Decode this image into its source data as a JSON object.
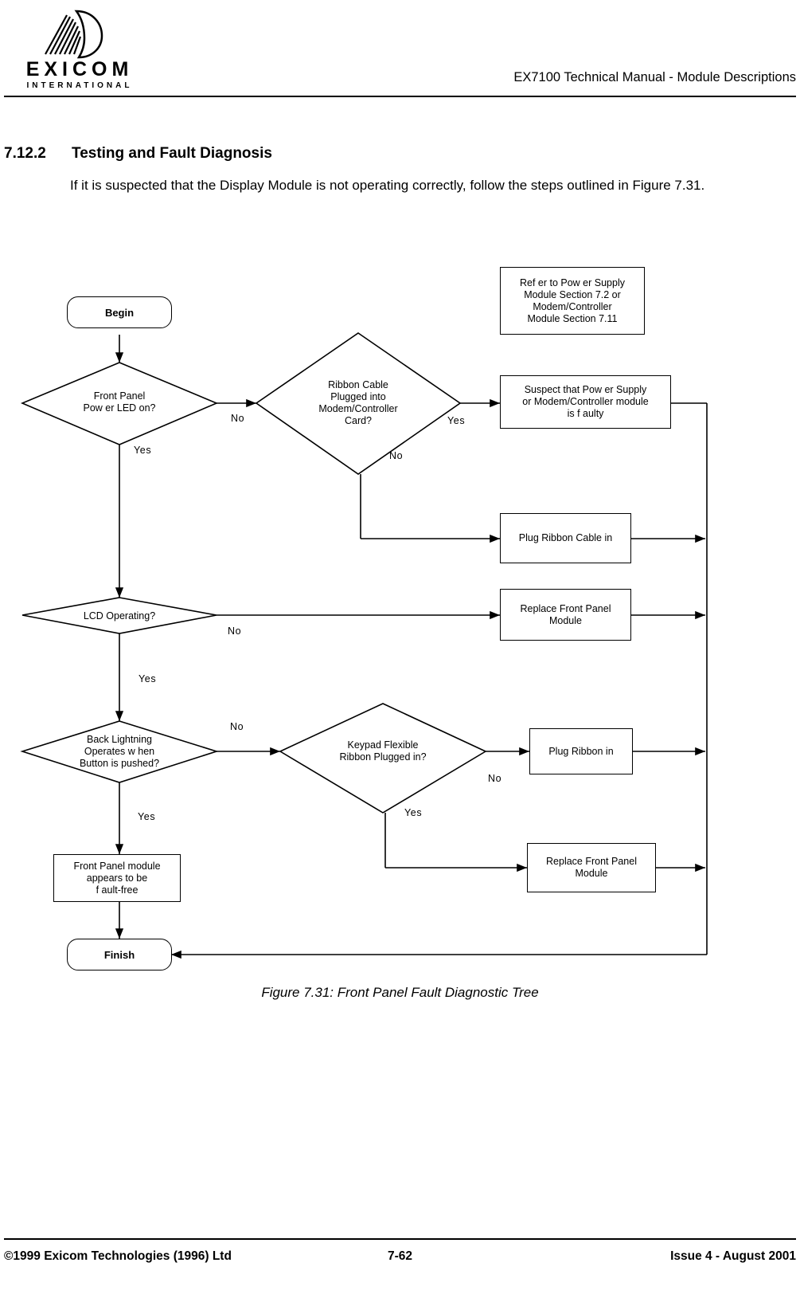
{
  "header": {
    "logo_name": "EXICOM",
    "logo_sub": "INTERNATIONAL",
    "title": "EX7100 Technical Manual - Module Descriptions"
  },
  "section": {
    "number": "7.12.2",
    "title": "Testing and Fault Diagnosis",
    "paragraph": "If it is suspected that the Display Module is not operating correctly, follow the steps outlined in Figure 7.31."
  },
  "figure": {
    "caption": "Figure 7.31: Front Panel Fault Diagnostic Tree",
    "nodes": {
      "begin": "Begin",
      "front_panel_led": "Front Panel\nPow er LED on?",
      "ribbon_cable": "Ribbon Cable\nPlugged into\nModem/Controller\nCard?",
      "refer_power_supply": "Ref er to Pow er Supply\nModule Section 7.2 or\nModem/Controller\nModule Section 7.11",
      "suspect_power": "Suspect that Pow er Supply\nor Modem/Controller module\nis f aulty",
      "plug_ribbon_cable": "Plug Ribbon Cable in",
      "lcd_operating": "LCD Operating?",
      "replace_front_panel_1": "Replace Front Panel\nModule",
      "back_lightning": "Back Lightning\nOperates w hen\nButton is pushed?",
      "keypad_flexible": "Keypad Flexible\nRibbon Plugged in?",
      "plug_ribbon_in": "Plug Ribbon in",
      "replace_front_panel_2": "Replace Front Panel\nModule",
      "fault_free": "Front Panel module\nappears to be\nf ault-free",
      "finish": "Finish"
    },
    "edge_labels": {
      "led_no": "No",
      "led_yes": "Yes",
      "ribbon_yes": "Yes",
      "ribbon_no": "No",
      "lcd_no": "No",
      "lcd_yes": "Yes",
      "backlight_no": "No",
      "backlight_yes": "Yes",
      "keypad_no": "No",
      "keypad_yes": "Yes"
    }
  },
  "footer": {
    "left": "©1999 Exicom Technologies (1996) Ltd",
    "center": "7-62",
    "right": "Issue 4 - August 2001"
  }
}
